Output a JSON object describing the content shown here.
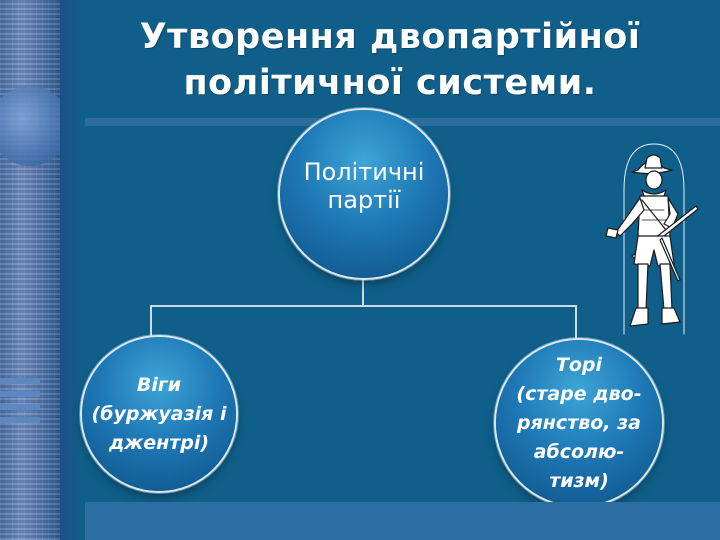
{
  "slide": {
    "title_line1": "Утворення двопартійної",
    "title_line2": "політичної системи."
  },
  "diagram": {
    "root": {
      "label_line1": "Політичні",
      "label_line2": "партії"
    },
    "children": [
      {
        "label": "Віги\n(буржуазія і\nджентрі)"
      },
      {
        "label": "Торі\n(старе дво-\nрянство, за\nабсолю-\nтизм)"
      }
    ]
  },
  "colors": {
    "background": "#0f5f8a",
    "node": "#1e78b5",
    "connector": "#c9dde9",
    "text": "#ffffff"
  },
  "icons": {
    "illustration": "musketeer-figure-icon"
  }
}
